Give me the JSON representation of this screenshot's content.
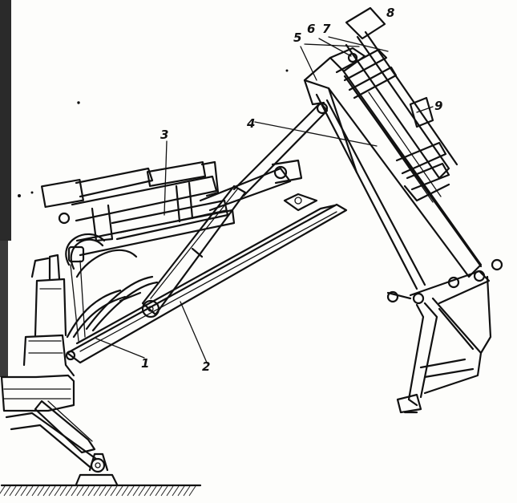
{
  "diagram": {
    "labels": [
      {
        "id": "1",
        "text": "1"
      },
      {
        "id": "2",
        "text": "2"
      },
      {
        "id": "3",
        "text": "3"
      },
      {
        "id": "4",
        "text": "4"
      },
      {
        "id": "5",
        "text": "5"
      },
      {
        "id": "6",
        "text": "6"
      },
      {
        "id": "7",
        "text": "7"
      },
      {
        "id": "8",
        "text": "8"
      },
      {
        "id": "9",
        "text": "9"
      }
    ]
  },
  "colors": {
    "ink": "#111111",
    "paper": "#fdfdfb"
  }
}
